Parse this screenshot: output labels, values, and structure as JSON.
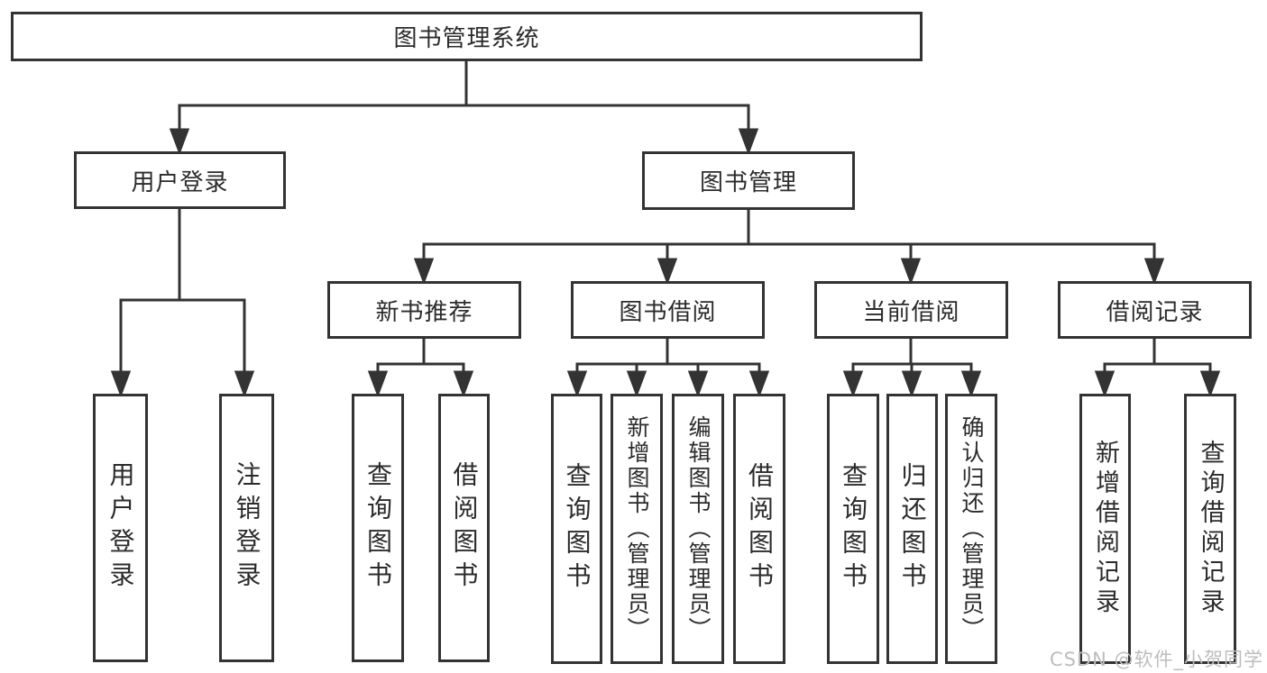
{
  "tree": {
    "label": "图书管理系统",
    "children": [
      {
        "label": "用户登录",
        "children": [
          {
            "label": "用户登录"
          },
          {
            "label": "注销登录"
          }
        ]
      },
      {
        "label": "图书管理",
        "children": [
          {
            "label": "新书推荐",
            "children": [
              {
                "label": "查询图书"
              },
              {
                "label": "借阅图书"
              }
            ]
          },
          {
            "label": "图书借阅",
            "children": [
              {
                "label": "查询图书"
              },
              {
                "label": "新增图书（管理员）"
              },
              {
                "label": "编辑图书（管理员）"
              },
              {
                "label": "借阅图书"
              }
            ]
          },
          {
            "label": "当前借阅",
            "children": [
              {
                "label": "查询图书"
              },
              {
                "label": "归还图书"
              },
              {
                "label": "确认归还（管理员）"
              }
            ]
          },
          {
            "label": "借阅记录",
            "children": [
              {
                "label": "新增借阅记录"
              },
              {
                "label": "查询借阅记录"
              }
            ]
          }
        ]
      }
    ]
  },
  "watermark": {
    "text": "CSDN @软件_小贺同学"
  },
  "colors": {
    "line": "#333333",
    "box_border": "#333333",
    "text": "#2b2b2b",
    "watermark": "#bdbdbd",
    "background": "#ffffff"
  }
}
